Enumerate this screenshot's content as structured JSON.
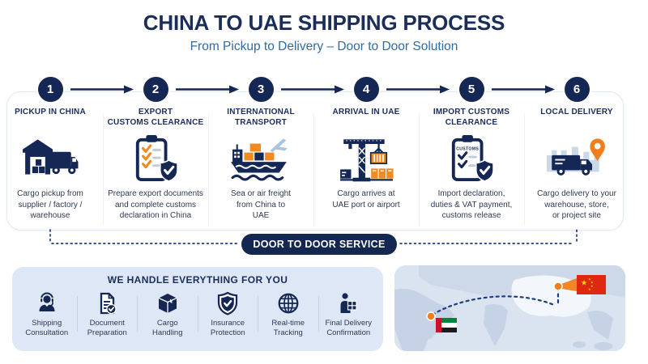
{
  "header": {
    "title": "CHINA TO UAE SHIPPING PROCESS",
    "subtitle": "From Pickup to Delivery – Door to Door Solution"
  },
  "steps": [
    {
      "number": "1",
      "title": "PICKUP IN CHINA",
      "description": "Cargo pickup from\nsupplier / factory /\nwarehouse",
      "icon": "warehouse-truck-icon"
    },
    {
      "number": "2",
      "title": "EXPORT\nCUSTOMS CLEARANCE",
      "description": "Prepare export documents\nand complete customs\ndeclaration in China",
      "icon": "export-clipboard-shield-icon"
    },
    {
      "number": "3",
      "title": "INTERNATIONAL\nTRANSPORT",
      "description": "Sea or air freight\nfrom China to\nUAE",
      "icon": "cargo-ship-airplane-icon"
    },
    {
      "number": "4",
      "title": "ARRIVAL IN UAE",
      "description": "Cargo arrives at\nUAE port or airport",
      "icon": "port-crane-containers-icon"
    },
    {
      "number": "5",
      "title": "IMPORT CUSTOMS\nCLEARANCE",
      "description": "Import declaration,\nduties & VAT payment,\ncustoms release",
      "icon": "customs-clipboard-shield-icon",
      "icon_label": "CUSTOMS"
    },
    {
      "number": "6",
      "title": "LOCAL DELIVERY",
      "description": "Cargo delivery to your\nwarehouse, store,\nor project site",
      "icon": "delivery-truck-location-pin-icon"
    }
  ],
  "door_to_door": {
    "label": "DOOR TO DOOR SERVICE"
  },
  "services": {
    "title": "WE HANDLE EVERYTHING FOR YOU",
    "items": [
      {
        "label": "Shipping\nConsultation",
        "icon": "headset-agent-icon"
      },
      {
        "label": "Document\nPreparation",
        "icon": "document-check-icon"
      },
      {
        "label": "Cargo\nHandling",
        "icon": "package-box-icon"
      },
      {
        "label": "Insurance\nProtection",
        "icon": "shield-check-icon"
      },
      {
        "label": "Real-time\nTracking",
        "icon": "globe-icon"
      },
      {
        "label": "Final Delivery\nConfirmation",
        "icon": "courier-box-icon"
      }
    ]
  },
  "map": {
    "icons": [
      "asia-map",
      "china-flag",
      "uae-flag",
      "route-dotted-line",
      "origin-dot",
      "destination-dot"
    ]
  },
  "colors": {
    "navy": "#152755",
    "orange": "#EF8B20",
    "pin_orange": "#F07E1C",
    "steel_blue": "#2E6CA3",
    "light_blue": "#A9C4DD",
    "panel_bg": "#DDE7F5",
    "map_bg": "#DAE3F0",
    "map_land": "#C6D3E6",
    "china_flag_red": "#DE2910",
    "uae_red": "#CE1126",
    "uae_green": "#00843D"
  }
}
